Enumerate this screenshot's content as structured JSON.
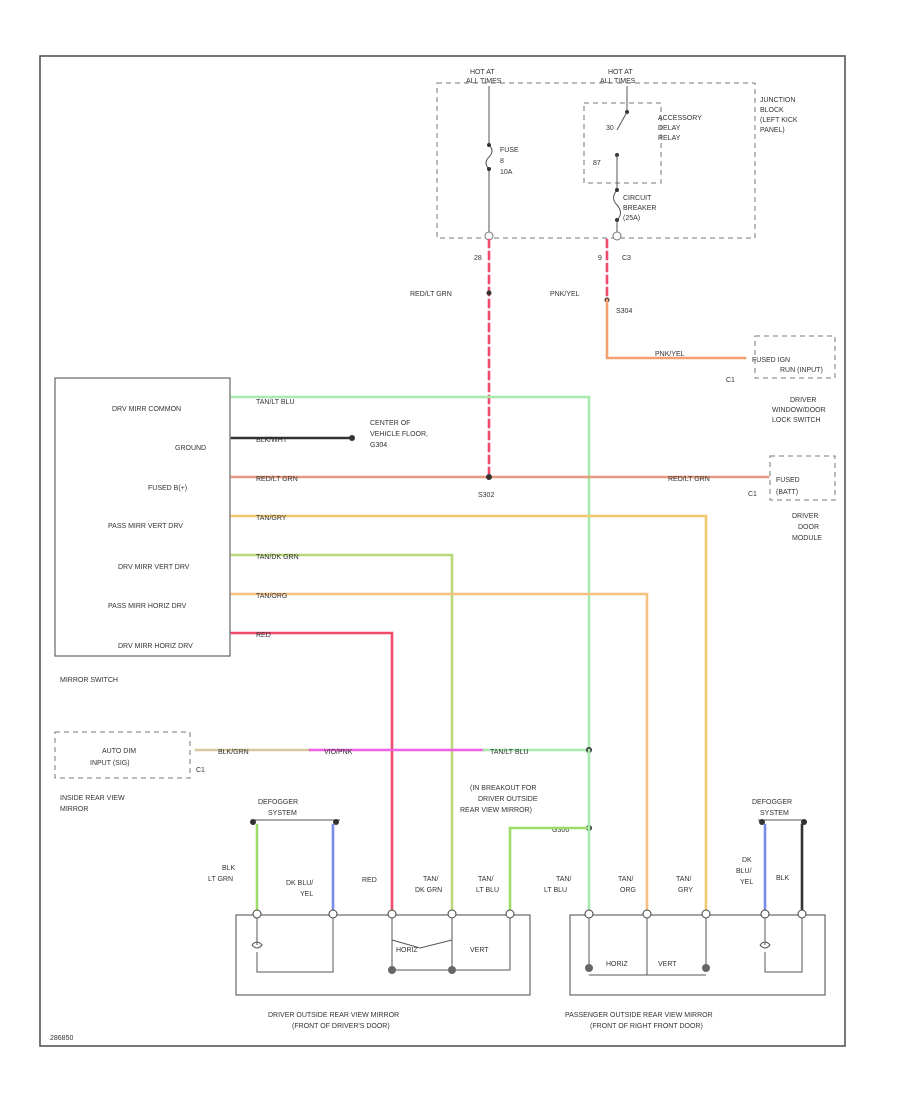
{
  "colors": {
    "red": "#f24a6b",
    "red_dash": "#f24a6b",
    "pink_orange": "#f0a080",
    "orange": "#f5b070",
    "lt_green": "#9ee89a",
    "green_yellow": "#b8d87a",
    "yellow": "#f2c870",
    "lime": "#9edc6a",
    "magenta": "#f060e0",
    "tan": "#d8c8a0",
    "blue": "#7a8ae8",
    "black": "#333333",
    "frame": "#555555"
  },
  "fuse_block": {
    "hot_left": [
      "HOT AT",
      "ALL TIMES"
    ],
    "hot_right": [
      "HOT AT",
      "ALL TIMES"
    ],
    "fuse": [
      "FUSE",
      "8",
      "10A"
    ],
    "relay": [
      "ACCESSORY",
      "DELAY",
      "RELAY"
    ],
    "relay_pin_30": "30",
    "relay_pin_87": "87",
    "circuit_breaker": [
      "CIRCUIT",
      "BREAKER",
      "(25A)"
    ],
    "junction_block": [
      "JUNCTION",
      "BLOCK",
      "(LEFT KICK",
      "PANEL)"
    ],
    "pin_left": "28",
    "pin_right": "9",
    "conn_c3": "C3"
  },
  "labels": {
    "wire_redlt_grn": "RED/LT GRN",
    "wire_pnk_yel": "PNK/YEL",
    "splice_s304": "S304",
    "splice_s302": "S302",
    "fused_ign_run": [
      "FUSED IGN",
      "RUN (INPUT)"
    ],
    "c1": "C1",
    "driver_window_lock": [
      "DRIVER",
      "WINDOW/DOOR",
      "LOCK SWITCH"
    ],
    "fused_b": [
      "FUSED",
      "(BATT)"
    ],
    "driver_door_module": [
      "DRIVER",
      "DOOR",
      "MODULE"
    ],
    "center_ground": [
      "CENTER OF",
      "VEHICLE FLOOR,",
      "G304"
    ],
    "mirror_switch": "MIRROR SWITCH",
    "inside_mirror": [
      "INSIDE REAR VIEW",
      "MIRROR"
    ],
    "auto_dim": [
      "AUTO DIM",
      "INPUT (SIG)"
    ],
    "breakout": [
      "(IN BREAKOUT FOR",
      "DRIVER OUTSIDE",
      "REAR VIEW MIRROR)"
    ],
    "g306": "G306",
    "defogger_left": [
      "DEFOGGER",
      "SYSTEM"
    ],
    "defogger_right": [
      "DEFOGGER",
      "SYSTEM"
    ],
    "driver_mirror": [
      "DRIVER OUTSIDE REAR VIEW MIRROR",
      "(FRONT OF DRIVER'S DOOR)"
    ],
    "pass_mirror": [
      "PASSENGER OUTSIDE REAR VIEW MIRROR",
      "(FRONT OF RIGHT FRONT DOOR)"
    ],
    "horiz": "HORIZ",
    "vert": "VERT",
    "figure_id": "286850"
  },
  "switch_pins": [
    {
      "name": "DRV MIRR COMMON",
      "wire": "TAN/LT BLU"
    },
    {
      "name": "GROUND",
      "wire": "BLK/WHT"
    },
    {
      "name": "FUSED B(+)",
      "wire": "RED/LT GRN"
    },
    {
      "name": "PASS MIRR VERT DRV",
      "wire": "TAN/GRY"
    },
    {
      "name": "DRV MIRR VERT DRV",
      "wire": "TAN/DK GRN"
    },
    {
      "name": "PASS MIRR HORIZ DRV",
      "wire": "TAN/ORG"
    },
    {
      "name": "DRV MIRR HORIZ DRV",
      "wire": "RED"
    }
  ],
  "other_wires": {
    "s302_right": "RED/LT GRN",
    "inside_mirror_1": "BLK/GRN",
    "inside_mirror_2": "VIO/PNK",
    "inside_mirror_3": "TAN/LT BLU"
  },
  "driver_mirror_wires": [
    [
      "BLK",
      "LT GRN"
    ],
    [
      "DK BLU/",
      "YEL"
    ],
    [
      "RED"
    ],
    [
      "TAN/",
      "DK GRN"
    ],
    [
      "TAN/",
      "LT BLU"
    ]
  ],
  "pass_mirror_wires": [
    [
      "TAN/",
      "LT BLU"
    ],
    [
      "TAN/",
      "ORG"
    ],
    [
      "TAN/",
      "GRY"
    ],
    [
      "DK",
      "BLU/",
      "YEL"
    ],
    [
      "BLK"
    ]
  ]
}
